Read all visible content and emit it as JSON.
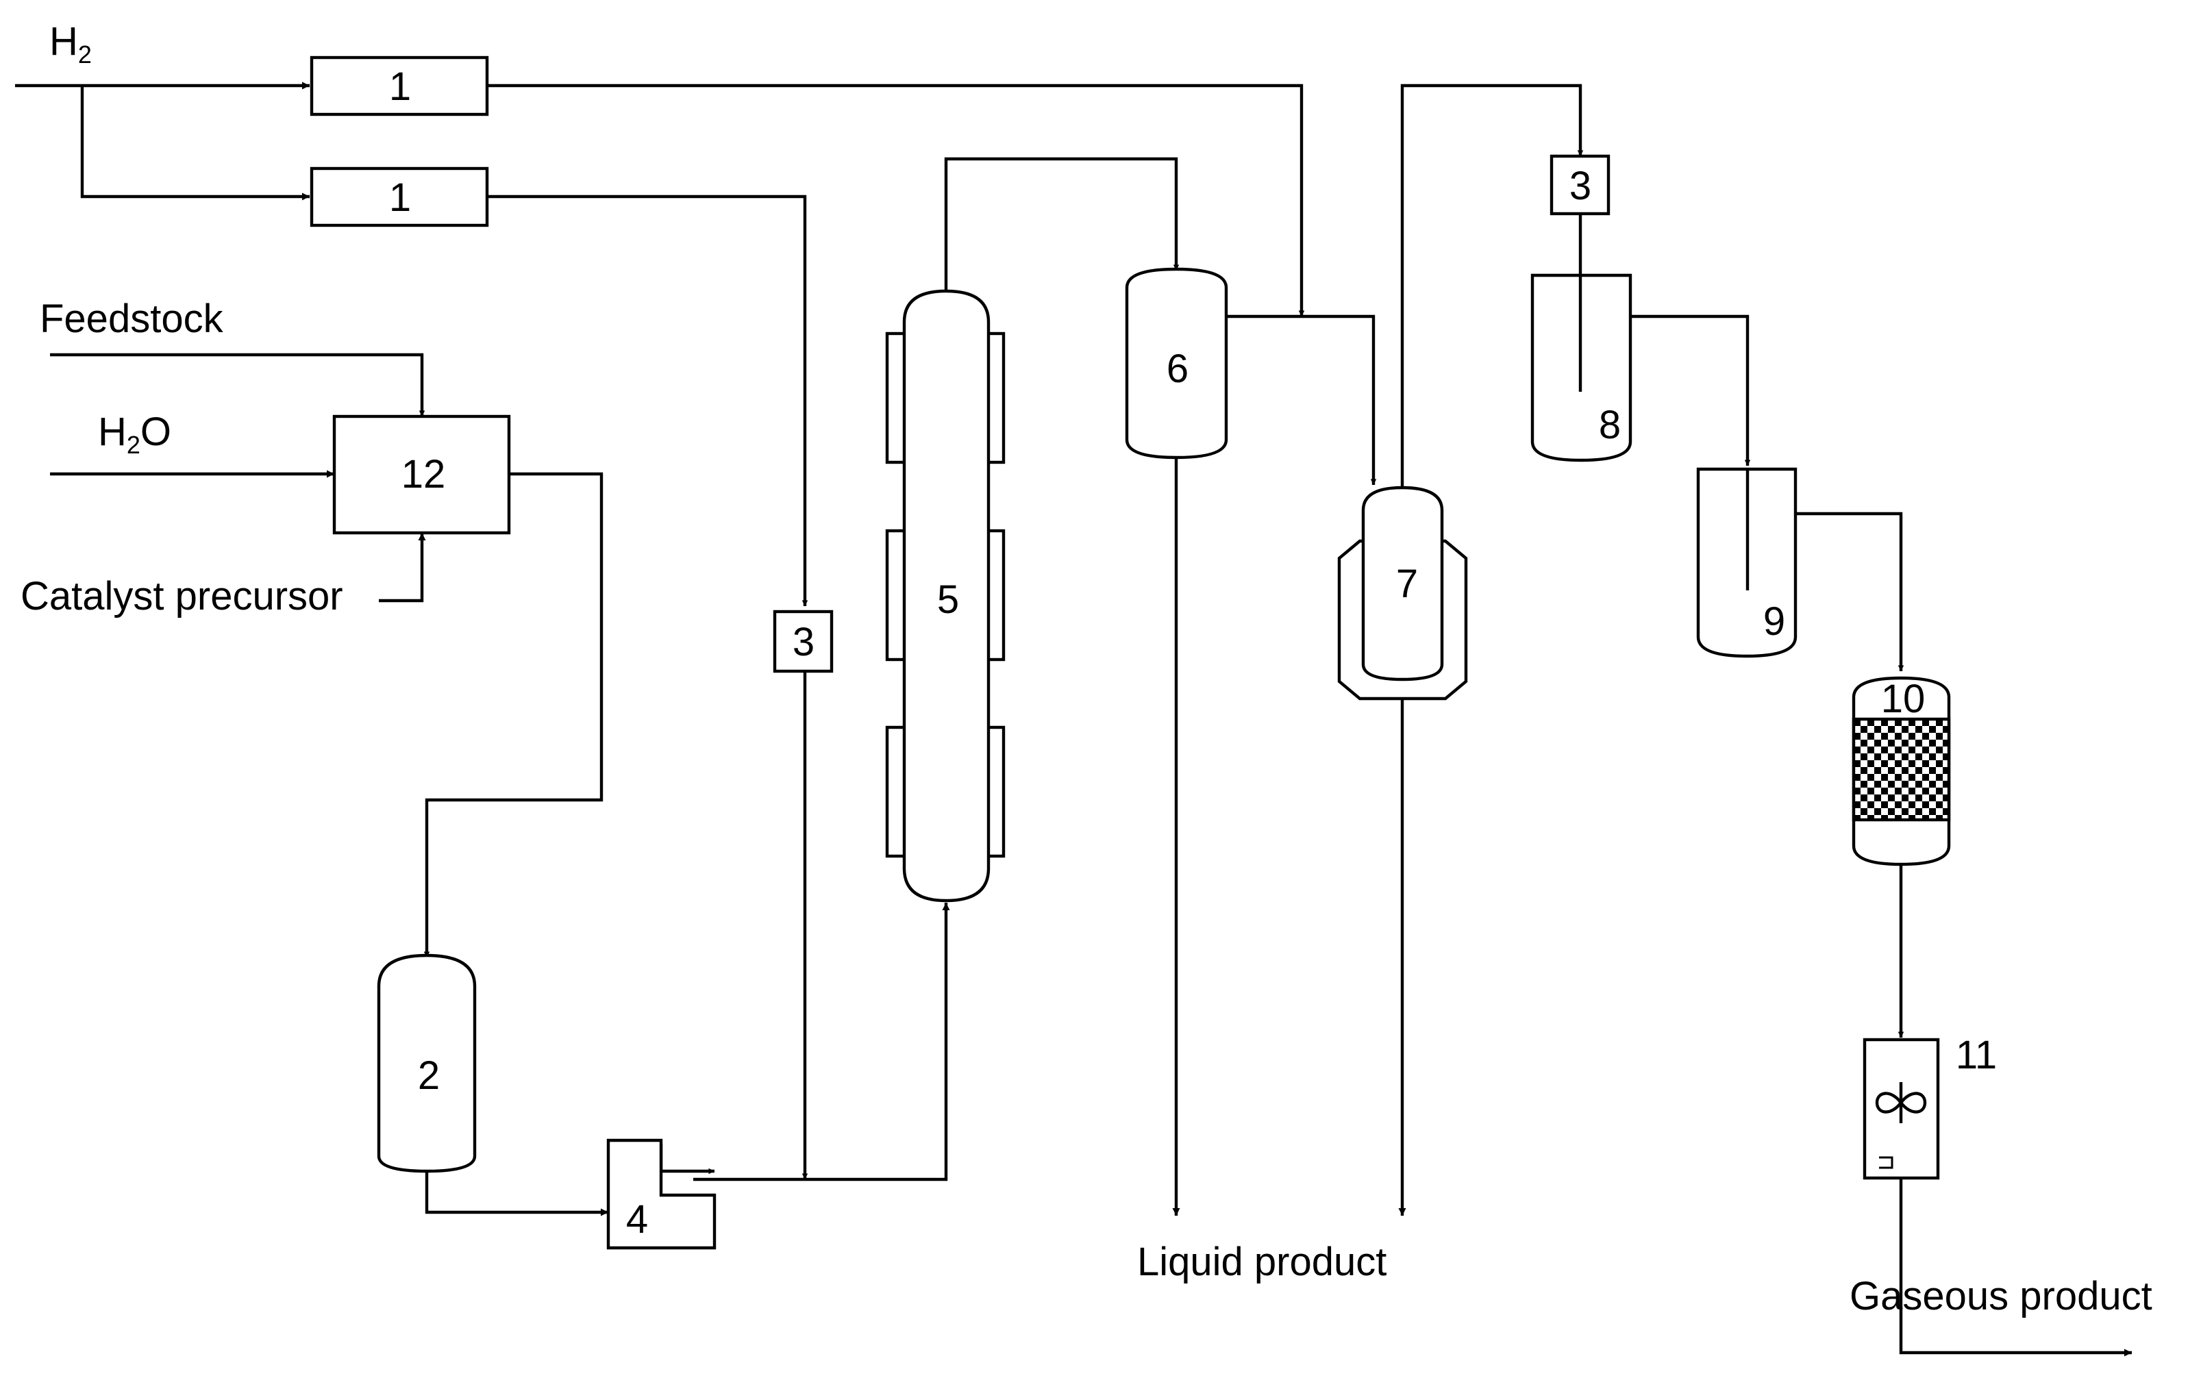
{
  "inputs": {
    "h2": {
      "base": "H",
      "sub": "2"
    },
    "feedstock": "Feedstock",
    "water": {
      "base": "H",
      "sub": "2",
      "tail": "O"
    },
    "catalyst": "Catalyst precursor"
  },
  "outputs": {
    "liquid": "Liquid product",
    "gaseous": "Gaseous product"
  },
  "units": {
    "u1a": "1",
    "u1b": "1",
    "u2": "2",
    "u3a": "3",
    "u3b": "3",
    "u4": "4",
    "u5": "5",
    "u6": "6",
    "u7": "7",
    "u8": "8",
    "u9": "9",
    "u10": "10",
    "u11": "11",
    "u12": "12"
  }
}
